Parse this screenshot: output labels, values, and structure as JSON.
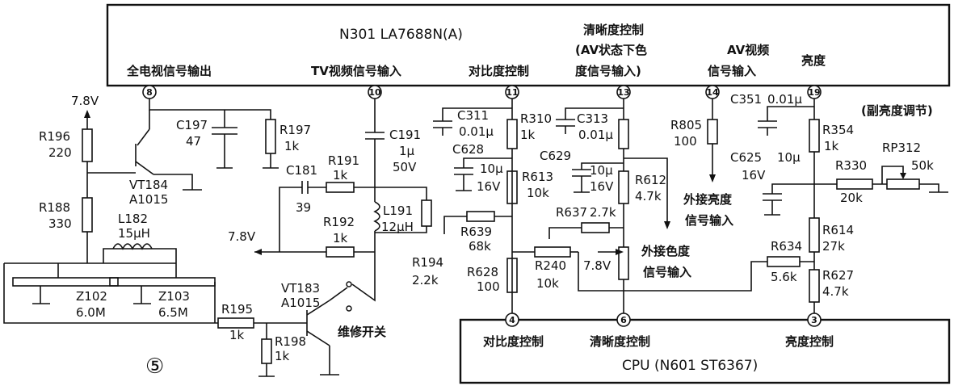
{
  "ic_top": {
    "title": "N301 LA7688N(A)",
    "pins": [
      {
        "num": "8",
        "label": "全电视信号输出"
      },
      {
        "num": "10",
        "label": "TV视频信号输入"
      },
      {
        "num": "11",
        "label": "对比度控制"
      },
      {
        "num": "13",
        "label_lines": [
          "清晰度控制",
          "(AV状态下色",
          "度信号输入)"
        ]
      },
      {
        "num": "14",
        "label_lines": [
          "AV视频",
          "信号输入"
        ]
      },
      {
        "num": "19",
        "label": "亮度"
      }
    ]
  },
  "ic_bottom": {
    "title": "CPU (N601 ST6367)",
    "pins": [
      {
        "num": "4",
        "label": "对比度控制"
      },
      {
        "num": "6",
        "label": "清晰度控制"
      },
      {
        "num": "3",
        "label": "亮度控制"
      }
    ]
  },
  "supply": {
    "v78_a": "7.8V",
    "v78_b": "7.8V",
    "v78_c": "7.8V"
  },
  "components": {
    "R196": [
      "R196",
      "220"
    ],
    "R188": [
      "R188",
      "330"
    ],
    "VT184": [
      "VT184",
      "A1015"
    ],
    "C197": [
      "C197",
      "47"
    ],
    "R197": [
      "R197",
      "1k"
    ],
    "L182": [
      "L182",
      "15μH"
    ],
    "Z102": [
      "Z102",
      "6.0M"
    ],
    "Z103": [
      "Z103",
      "6.5M"
    ],
    "R195": [
      "R195",
      "1k"
    ],
    "R198": [
      "R198",
      "1k"
    ],
    "VT183": [
      "VT183",
      "A1015"
    ],
    "C191": [
      "C191",
      "1μ",
      "50V"
    ],
    "C181": [
      "C181",
      "39"
    ],
    "R191": [
      "R191",
      "1k"
    ],
    "R192": [
      "R192",
      "1k"
    ],
    "L191": [
      "L191",
      "12μH"
    ],
    "R194": [
      "R194",
      "2.2k"
    ],
    "C311": [
      "C311",
      "0.01μ"
    ],
    "R310": [
      "R310",
      "1k"
    ],
    "C628": [
      "C628",
      "10μ",
      "16V"
    ],
    "R613": [
      "R613",
      "10k"
    ],
    "R639": [
      "R639",
      "68k"
    ],
    "R628": [
      "R628",
      "100"
    ],
    "R240": [
      "R240",
      "10k"
    ],
    "C313": [
      "C313",
      "0.01μ"
    ],
    "C629": [
      "C629",
      "10μ",
      "16V"
    ],
    "R612": [
      "R612",
      "4.7k"
    ],
    "R637": [
      "R637",
      "2.7k"
    ],
    "R805": [
      "R805",
      "100"
    ],
    "C351": [
      "C351",
      "0.01μ"
    ],
    "C625": [
      "C625",
      "10μ",
      "16V"
    ],
    "R354": [
      "R354",
      "1k"
    ],
    "RP312": [
      "RP312",
      "50k"
    ],
    "R330": [
      "R330",
      "20k"
    ],
    "R614": [
      "R614",
      "27k"
    ],
    "R634": [
      "R634",
      "5.6k"
    ],
    "R627": [
      "R627",
      "4.7k"
    ]
  },
  "notes": {
    "maintenance_switch": "维修开关",
    "ext_brightness": [
      "外接亮度",
      "信号输入"
    ],
    "ext_color": [
      "外接色度",
      "信号输入"
    ],
    "sub_brightness": "(副亮度调节)",
    "figure_no": "⑤"
  }
}
